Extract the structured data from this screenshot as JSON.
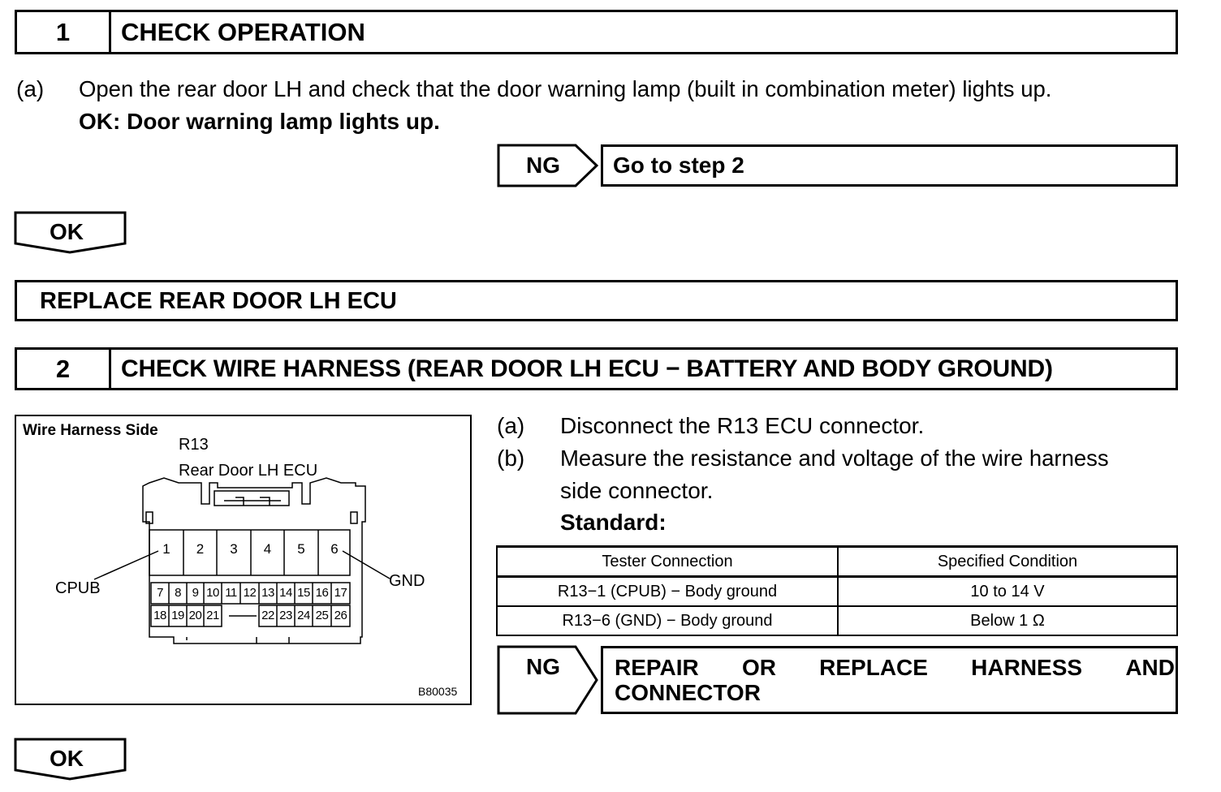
{
  "step1": {
    "number": "1",
    "title": "CHECK OPERATION",
    "item_a_label": "(a)",
    "item_a_text": "Open the rear door LH and check that the door warning lamp (built in combination meter) lights up.",
    "ok_condition": "OK: Door warning lamp lights up.",
    "ng_label": "NG",
    "ng_action": "Go to step 2",
    "ok_label": "OK",
    "result": "REPLACE REAR DOOR LH ECU"
  },
  "step2": {
    "number": "2",
    "title": "CHECK WIRE HARNESS (REAR DOOR LH ECU − BATTERY AND BODY GROUND)",
    "diagram": {
      "heading": "Wire Harness Side",
      "connector_id": "R13",
      "connector_name": "Rear Door LH ECU",
      "label_left": "CPUB",
      "label_right": "GND",
      "figure_code": "B80035",
      "top_pins": [
        "1",
        "2",
        "3",
        "4",
        "5",
        "6"
      ],
      "mid_pins": [
        "7",
        "8",
        "9",
        "10",
        "11",
        "12",
        "13",
        "14",
        "15",
        "16",
        "17"
      ],
      "bottom_pins_left": [
        "18",
        "19",
        "20",
        "21"
      ],
      "bottom_pins_right": [
        "22",
        "23",
        "24",
        "25",
        "26"
      ]
    },
    "item_a_label": "(a)",
    "item_a_text": "Disconnect the R13 ECU connector.",
    "item_b_label": "(b)",
    "item_b_line1": "Measure the resistance and voltage of the wire harness",
    "item_b_line2": "side connector.",
    "standard_label": "Standard:",
    "table": {
      "headers": [
        "Tester Connection",
        "Specified Condition"
      ],
      "rows": [
        [
          "R13−1 (CPUB) − Body ground",
          "10 to 14 V"
        ],
        [
          "R13−6 (GND) − Body ground",
          "Below 1 Ω"
        ]
      ]
    },
    "ng_label": "NG",
    "ng_action_line1": [
      "REPAIR",
      "OR",
      "REPLACE",
      "HARNESS",
      "AND"
    ],
    "ng_action_line2": "CONNECTOR",
    "ok_label": "OK"
  }
}
